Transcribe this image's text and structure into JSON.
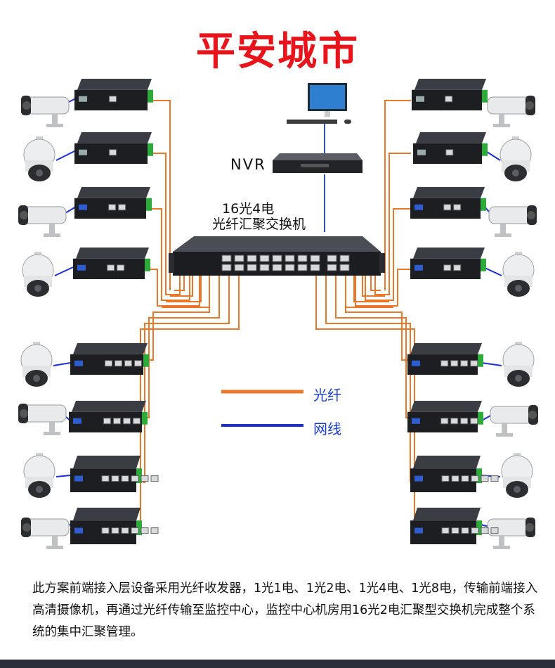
{
  "title": "平安城市",
  "nvr_label": "NVR",
  "switch_label_line1": "16光4电",
  "switch_label_line2": "光纤汇聚交换机",
  "legend": [
    {
      "label": "光纤",
      "color": "#e8782a"
    },
    {
      "label": "网线",
      "color": "#1a2fd6"
    }
  ],
  "description": "此方案前端接入层设备采用光纤收发器，1光1电、1光2电、1光4电、1光8电，传输前端接入高清摄像机，再通过光纤传输至监控中心，监控中心机房用16光2电汇聚型交换机完成整个系统的集中汇聚管理。",
  "colors": {
    "title": "#e8141c",
    "fiber": "#e8782a",
    "ethernet": "#1a2fd6",
    "device": "#1c1e22",
    "footer": "#2a2f3a"
  },
  "icons": [
    "bullet-camera-icon",
    "dome-camera-icon",
    "media-converter-icon",
    "nvr-icon",
    "computer-icon",
    "aggregation-switch-icon"
  ]
}
